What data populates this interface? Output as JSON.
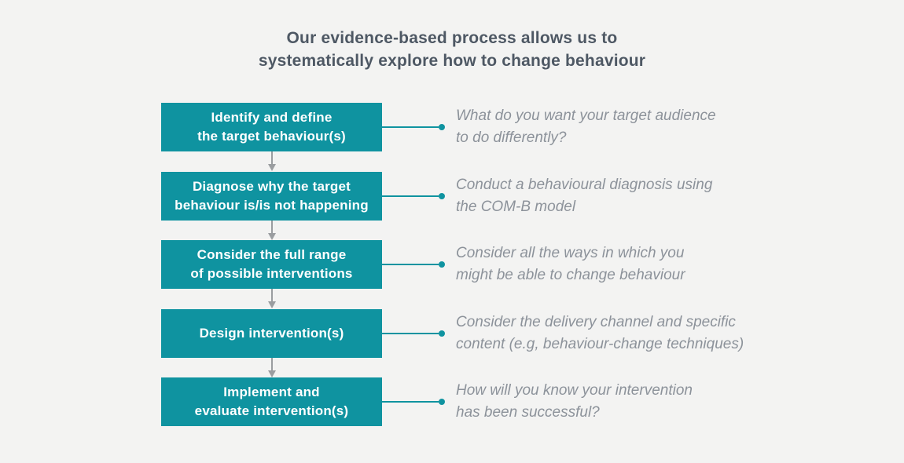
{
  "title": {
    "line1": "Our evidence-based process allows us to",
    "line2": "systematically explore how to change behaviour"
  },
  "steps": [
    {
      "id": "identify-target-behaviour",
      "box_line1": "Identify and define",
      "box_line2": "the target behaviour(s)",
      "desc_line1": "What do you want your target audience",
      "desc_line2": "to do differently?"
    },
    {
      "id": "diagnose-target-behaviour",
      "box_line1": "Diagnose why the target",
      "box_line2": "behaviour is/is not happening",
      "desc_line1": "Conduct a behavioural diagnosis using",
      "desc_line2": "the COM-B model"
    },
    {
      "id": "consider-interventions",
      "box_line1": "Consider the full range",
      "box_line2": "of possible interventions",
      "desc_line1": "Consider all the ways in which you",
      "desc_line2": "might be able to change behaviour"
    },
    {
      "id": "design-interventions",
      "box_line1": "Design intervention(s)",
      "box_line2": "",
      "desc_line1": "Consider the delivery channel and specific",
      "desc_line2": "content (e.g, behaviour-change techniques)"
    },
    {
      "id": "implement-evaluate-interventions",
      "box_line1": "Implement and",
      "box_line2": "evaluate intervention(s)",
      "desc_line1": "How will you know your intervention",
      "desc_line2": "has been successful?"
    }
  ],
  "colors": {
    "background": "#F3F3F2",
    "box_teal": "#0F93A0",
    "box_text": "#FFFFFF",
    "title_text": "#4E5864",
    "description_text": "#8C929A",
    "arrow_gray": "#9A9DA0"
  }
}
